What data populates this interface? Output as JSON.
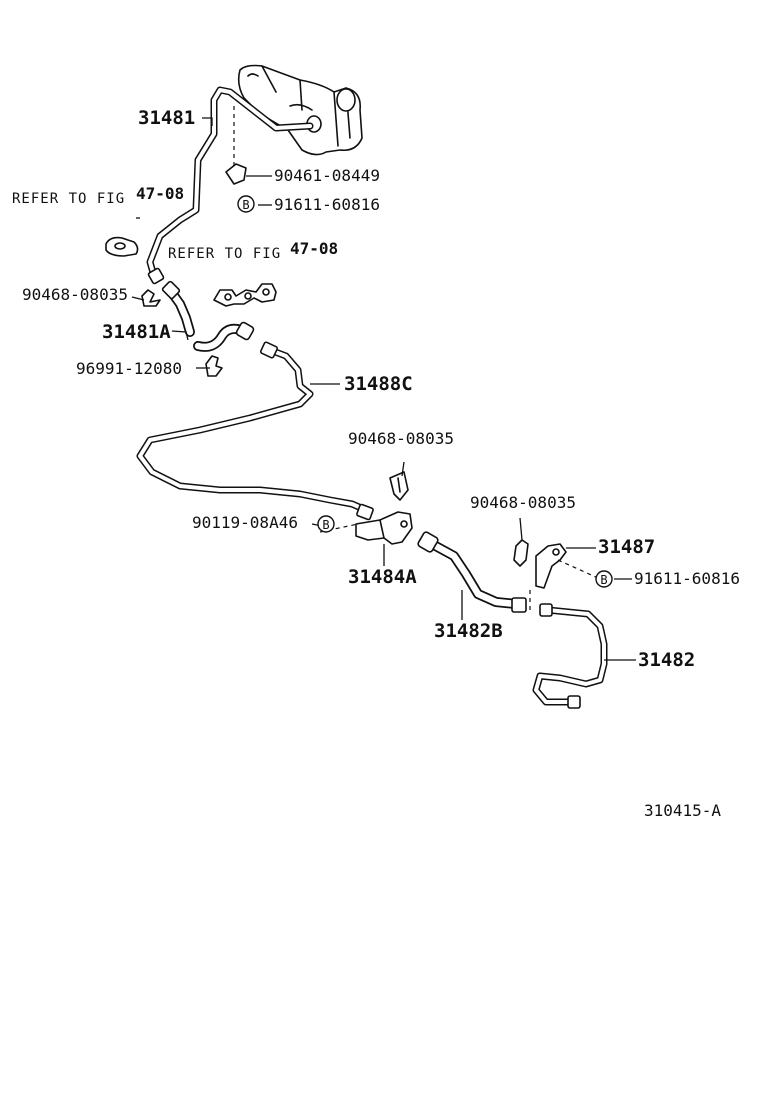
{
  "labels": {
    "p31481": "31481",
    "p90461": "90461-08449",
    "p91611_top": "91611-60816",
    "refer1_text": "REFER TO FIG",
    "refer1_fig": "47-08",
    "refer2_text": "REFER TO FIG",
    "refer2_fig": "47-08",
    "p90468_a": "90468-08035",
    "p31481A": "31481A",
    "p96991": "96991-12080",
    "p31488C": "31488C",
    "p90468_b": "90468-08035",
    "p90468_c": "90468-08035",
    "p90119": "90119-08A46",
    "p31487": "31487",
    "p91611_bottom": "91611-60816",
    "p31484A": "31484A",
    "p31482B": "31482B",
    "p31482": "31482",
    "bolt_mark": "B",
    "figure_code": "310415-A"
  }
}
